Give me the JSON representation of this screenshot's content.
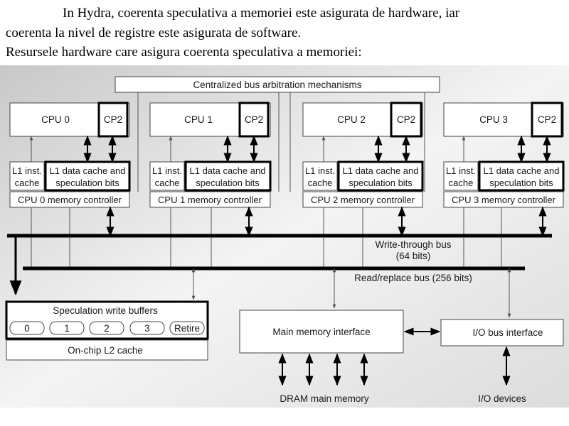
{
  "intro": {
    "line1": "In Hydra, coerenta speculativa a memoriei este asigurata de hardware, iar",
    "line2": "coerenta la nivel de registre este asigurata de software.",
    "line3": "Resursele hardware care asigura coerenta speculativa a memoriei:"
  },
  "diagram": {
    "arbitration": "Centralized bus arbitration mechanisms",
    "cpus": [
      {
        "name": "CPU 0",
        "cp2": "CP2",
        "l1_inst_1": "L1 inst.",
        "l1_inst_2": "cache",
        "l1_data_1": "L1 data cache and",
        "l1_data_2": "speculation bits",
        "controller": "CPU 0 memory controller"
      },
      {
        "name": "CPU 1",
        "cp2": "CP2",
        "l1_inst_1": "L1 inst.",
        "l1_inst_2": "cache",
        "l1_data_1": "L1 data cache and",
        "l1_data_2": "speculation bits",
        "controller": "CPU 1 memory controller"
      },
      {
        "name": "CPU 2",
        "cp2": "CP2",
        "l1_inst_1": "L1 inst.",
        "l1_inst_2": "cache",
        "l1_data_1": "L1 data cache and",
        "l1_data_2": "speculation bits",
        "controller": "CPU 2 memory controller"
      },
      {
        "name": "CPU 3",
        "cp2": "CP2",
        "l1_inst_1": "L1 inst.",
        "l1_inst_2": "cache",
        "l1_data_1": "L1 data cache and",
        "l1_data_2": "speculation bits",
        "controller": "CPU 3 memory controller"
      }
    ],
    "write_bus_1": "Write-through bus",
    "write_bus_2": "(64 bits)",
    "read_bus": "Read/replace bus (256 bits)",
    "spec_buffers": "Speculation write buffers",
    "buffer_labels": [
      "0",
      "1",
      "2",
      "3",
      "Retire"
    ],
    "l2_cache": "On-chip L2 cache",
    "main_memory": "Main memory interface",
    "io_bus": "I/O bus interface",
    "dram": "DRAM main memory",
    "io_devices": "I/O devices"
  }
}
